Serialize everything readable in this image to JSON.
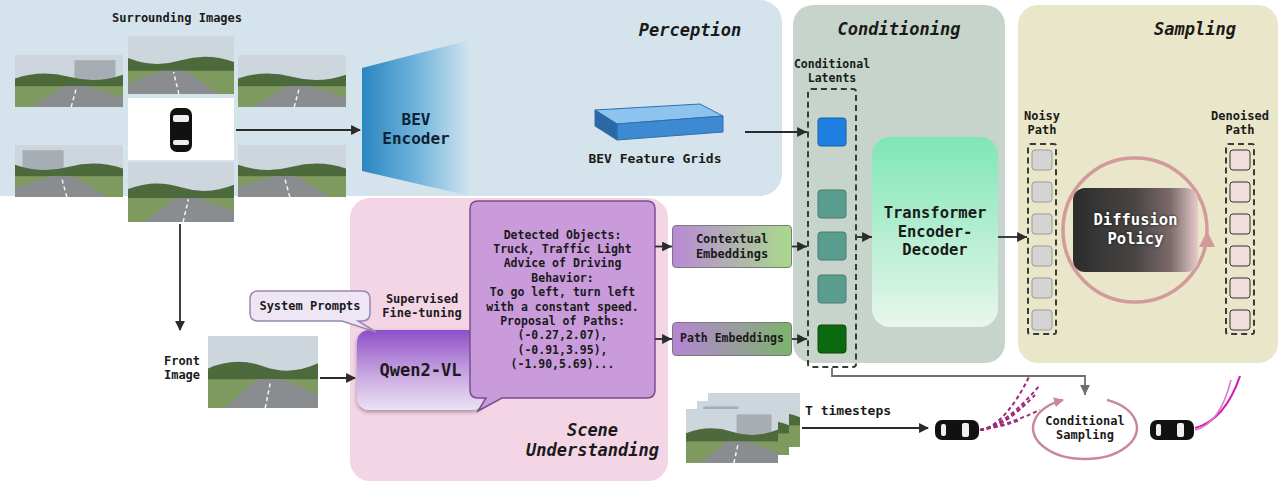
{
  "diagram": {
    "nodes": [
      {
        "text": [
          "Perception"
        ]
      },
      {
        "text": [
          "BEV Encoder"
        ],
        "in": 0
      },
      {
        "text": [
          "BEV Feature Grids"
        ],
        "in": 0
      },
      {
        "text": [
          "Scene Understanding"
        ]
      },
      {
        "text": [
          "System Prompts"
        ]
      },
      {
        "text": [
          "Qwen2-VL"
        ],
        "in": 3
      },
      {
        "text": [
          "Detected Objects:",
          "Truck, Traffic Light",
          "Advice of Driving Behavior:",
          "To go left, turn left with a constant speed.",
          "Proposal of Paths:",
          "(-0.27,2.07), (-0.91,3.95), (-1.90,5.69)..."
        ],
        "in": 3
      },
      {
        "text": [
          "Conditioning"
        ]
      },
      {
        "text": [
          "Conditional Latents"
        ],
        "in": 7
      },
      {
        "text": [
          "Contextual Embeddings"
        ]
      },
      {
        "text": [
          "Path Embeddings"
        ]
      },
      {
        "text": [
          "Transformer Encoder-Decoder"
        ],
        "in": 7
      },
      {
        "text": [
          "Sampling"
        ]
      },
      {
        "text": [
          "Noisy Path"
        ],
        "in": 12
      },
      {
        "text": [
          "Diffusion Policy"
        ],
        "in": 12
      },
      {
        "text": [
          "Denoised Path"
        ],
        "in": 12
      },
      {
        "text": [
          "Conditional Sampling"
        ]
      }
    ],
    "edges": [
      {
        "from": 2,
        "to": 8,
        "arrow": "to"
      },
      {
        "from": 6,
        "to": 9,
        "arrow": "to"
      },
      {
        "from": 6,
        "to": 10,
        "arrow": "to"
      },
      {
        "from": 9,
        "to": 8,
        "arrow": "to"
      },
      {
        "from": 10,
        "to": 8,
        "arrow": "to"
      },
      {
        "from": 8,
        "to": 11,
        "arrow": "to"
      },
      {
        "from": 11,
        "to": 13,
        "arrow": "to"
      },
      {
        "from": 8,
        "to": 16,
        "arrow": "to"
      }
    ],
    "labels": [
      "Surrounding Images",
      "Supervised Fine-tuning",
      "Front Image",
      "T timesteps"
    ]
  }
}
